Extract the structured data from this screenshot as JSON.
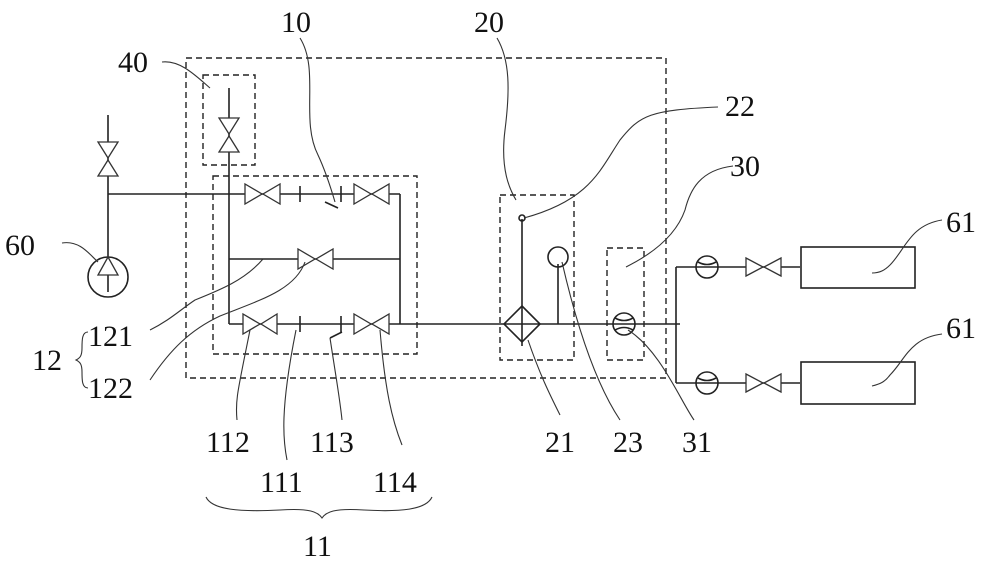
{
  "labels": {
    "l10": "10",
    "l20": "20",
    "l22": "22",
    "l30": "30",
    "l40": "40",
    "l60": "60",
    "l61a": "61",
    "l61b": "61",
    "l12": "12",
    "l121": "121",
    "l122": "122",
    "l112": "112",
    "l113": "113",
    "l111": "111",
    "l114": "114",
    "l11": "11",
    "l21": "21",
    "l23": "23",
    "l31": "31"
  }
}
